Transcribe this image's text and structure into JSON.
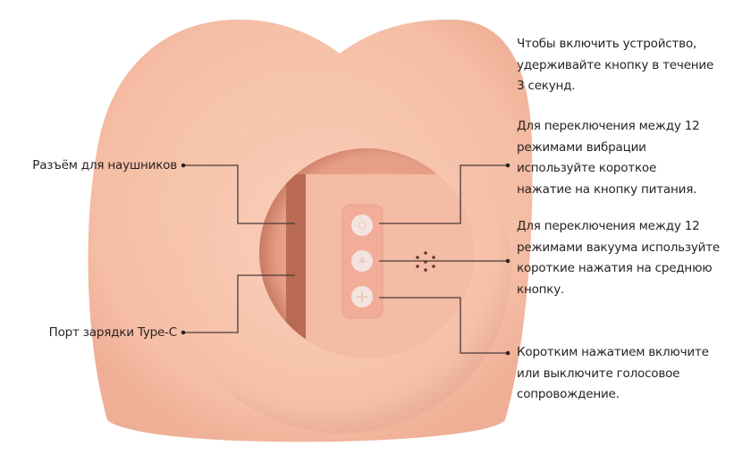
{
  "left_labels": {
    "headphone_jack": "Разъём для наушников",
    "charging_port": "Порт зарядки Type-C"
  },
  "right_labels": {
    "power_on": "Чтобы включить устройство, удерживайте кнопку в течение 3 секунд.",
    "vibration_modes": "Для переключения между 12 режимами вибрации используйте короткое нажатие на кнопку питания.",
    "vacuum_modes": "Для переключения между 12 режимами вакуума используйте короткие нажатия на среднюю кнопку.",
    "voice_guide": "Коротким нажатием включите или выключите голосовое сопровождение."
  },
  "colors": {
    "body": "#f6c3ab",
    "ring": "#f7c6b0",
    "recess": "#e9a48c",
    "panel": "#f4b8a2",
    "callout_line": "#4a3a36"
  }
}
